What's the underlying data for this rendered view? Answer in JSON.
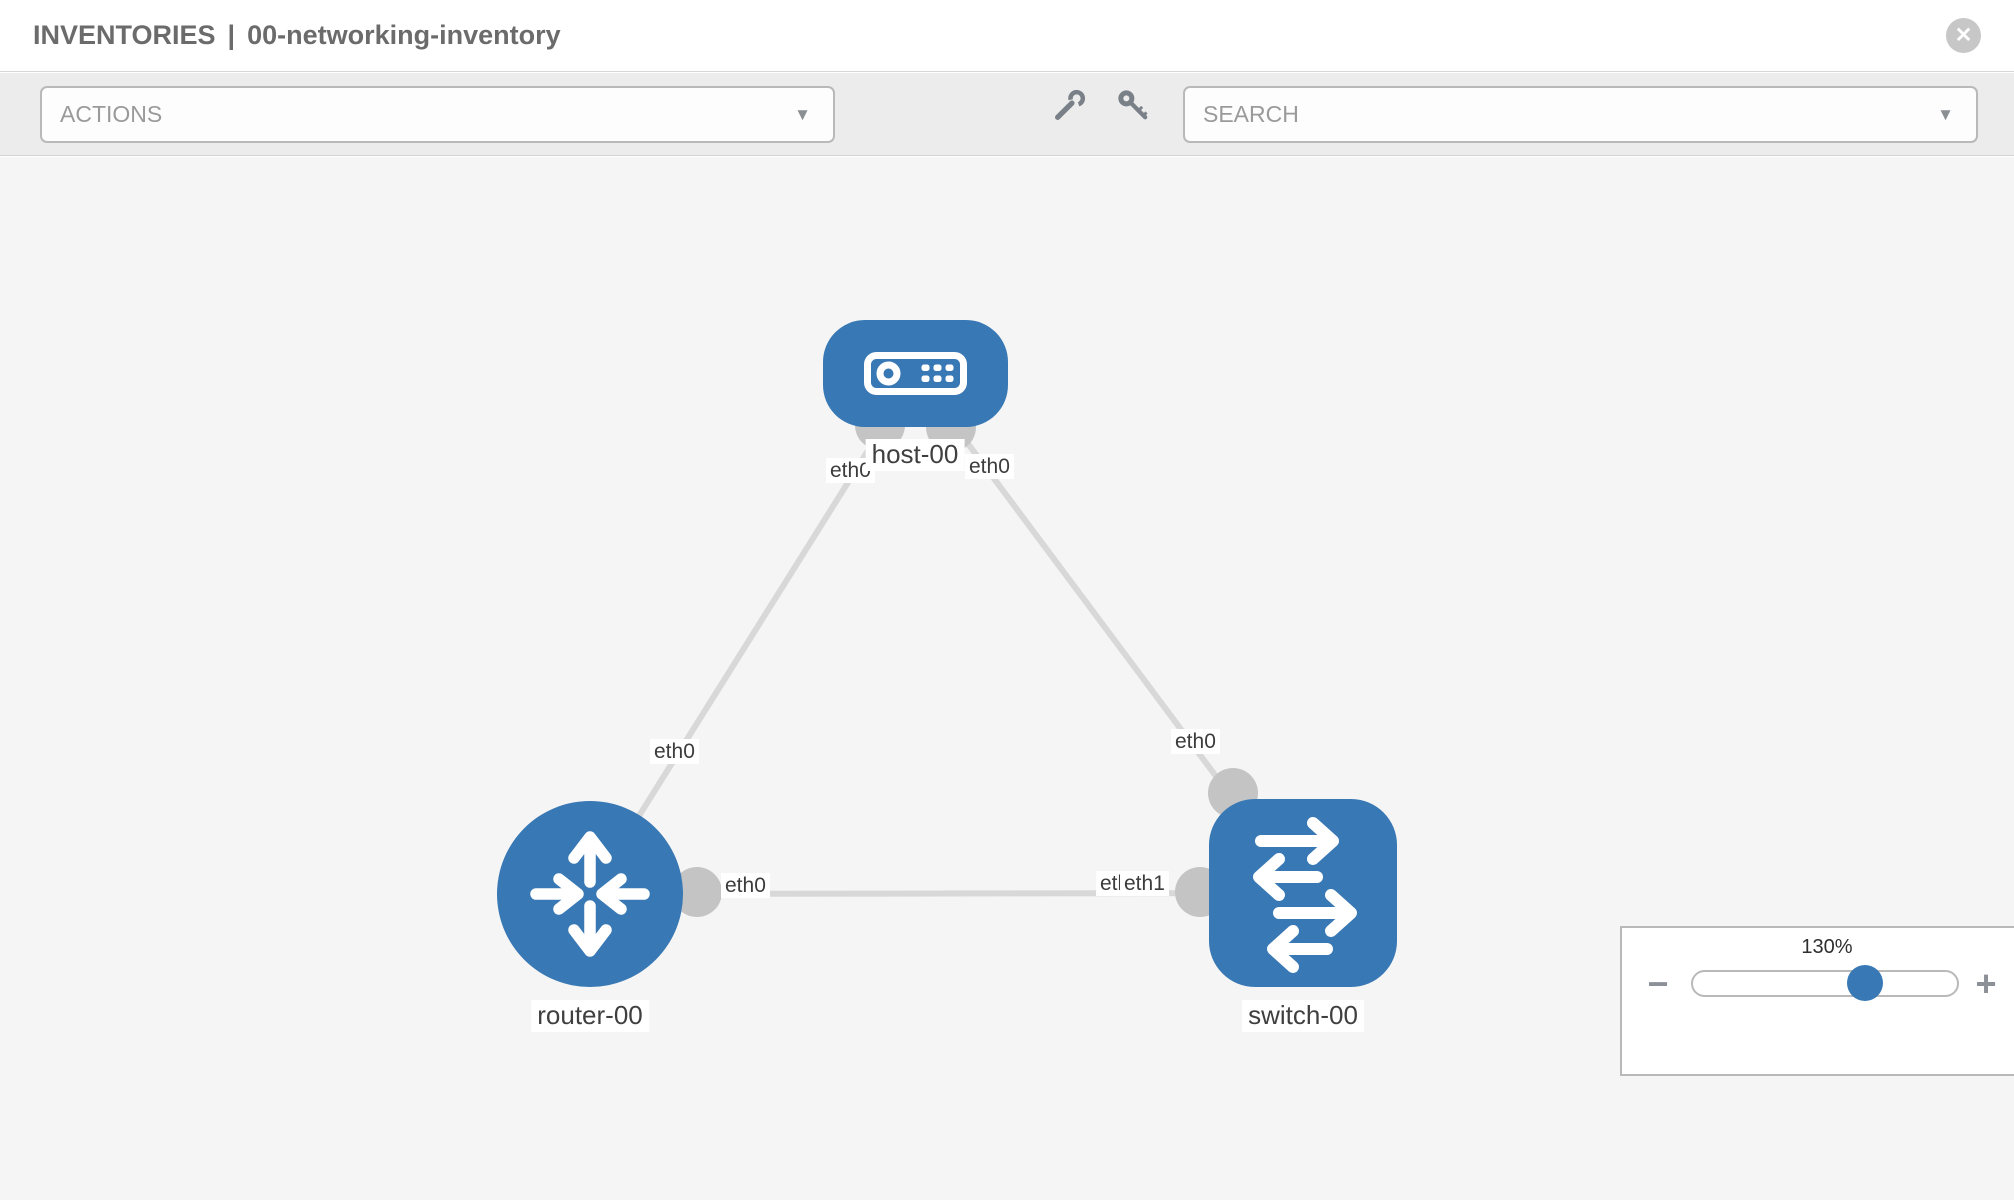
{
  "header": {
    "section": "INVENTORIES",
    "separator": "|",
    "inventory_name": "00-networking-inventory",
    "close_glyph": "✕"
  },
  "toolbar": {
    "actions_label": "ACTIONS",
    "actions_arrow": "▼",
    "search_placeholder": "SEARCH",
    "search_arrow": "▼",
    "icons": [
      "wrench-icon",
      "key-icon"
    ]
  },
  "topology": {
    "nodes": [
      {
        "name": "host-00",
        "type": "host"
      },
      {
        "name": "router-00",
        "type": "router"
      },
      {
        "name": "switch-00",
        "type": "switch"
      }
    ],
    "links": [
      {
        "from": "host-00",
        "to": "router-00",
        "from_interface": "eth0",
        "to_interface": "eth0"
      },
      {
        "from": "host-00",
        "to": "switch-00",
        "from_interface": "eth0",
        "to_interface": "eth0"
      },
      {
        "from": "router-00",
        "to": "switch-00",
        "from_interface": "eth0",
        "to_interface": "eth1",
        "to_interface_overlapped": "eth0"
      }
    ]
  },
  "zoom_control": {
    "value": "130%",
    "decrease": "−",
    "increase": "+"
  },
  "colors": {
    "node_blue": "#3878b4",
    "link_gray": "#d8d8d8",
    "port_gray": "#c4c4c4",
    "toolbar_icon_gray": "#7a8087"
  }
}
